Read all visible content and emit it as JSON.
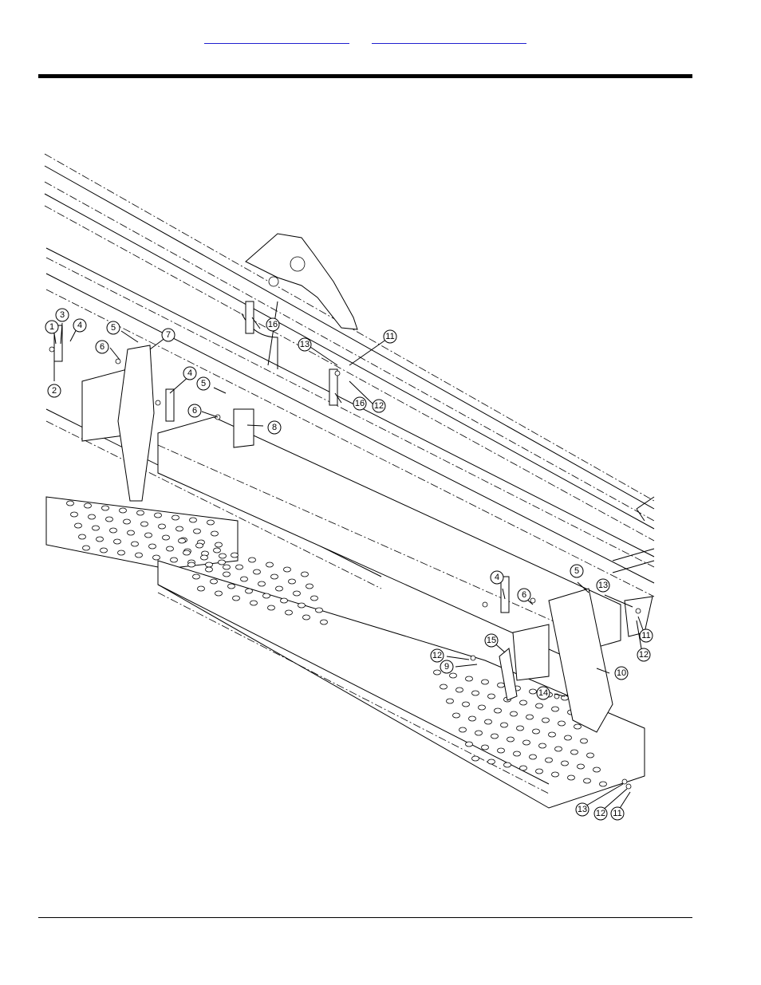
{
  "header": {
    "link_a": "",
    "link_b": ""
  },
  "diagram": {
    "callouts": [
      "1",
      "2",
      "3",
      "4",
      "5",
      "6",
      "7",
      "4",
      "5",
      "6",
      "8",
      "16",
      "13",
      "11",
      "16",
      "12",
      "4",
      "6",
      "5",
      "13",
      "11",
      "12",
      "15",
      "12",
      "9",
      "10",
      "14",
      "13",
      "12",
      "11"
    ]
  }
}
